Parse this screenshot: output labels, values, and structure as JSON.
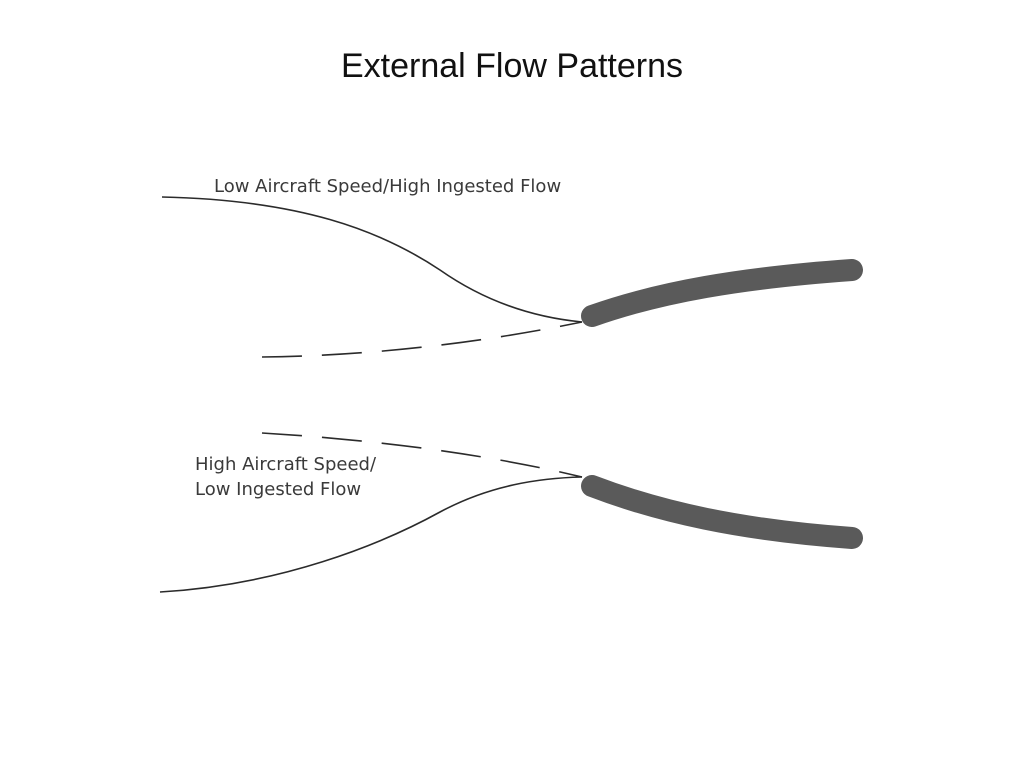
{
  "slide": {
    "title": "External Flow Patterns"
  },
  "diagram": {
    "labels": {
      "upper": "Low Aircraft Speed/High Ingested Flow",
      "lower_line1": "High Aircraft Speed/",
      "lower_line2": "Low Ingested Flow"
    },
    "colors": {
      "lip": "#5a5a5a",
      "streamline": "#2b2b2b",
      "text": "#3a3a3a"
    }
  }
}
